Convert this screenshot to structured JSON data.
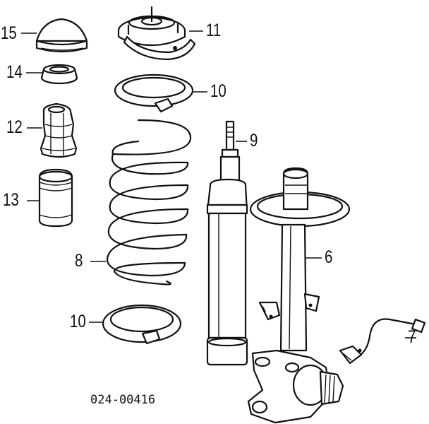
{
  "diagram": {
    "code": "024-00416",
    "callouts": [
      "15",
      "14",
      "12",
      "13",
      "11",
      "10",
      "9",
      "8",
      "6",
      "10",
      "7"
    ]
  },
  "colors": {
    "ink": "#111111",
    "paper": "#ffffff"
  }
}
